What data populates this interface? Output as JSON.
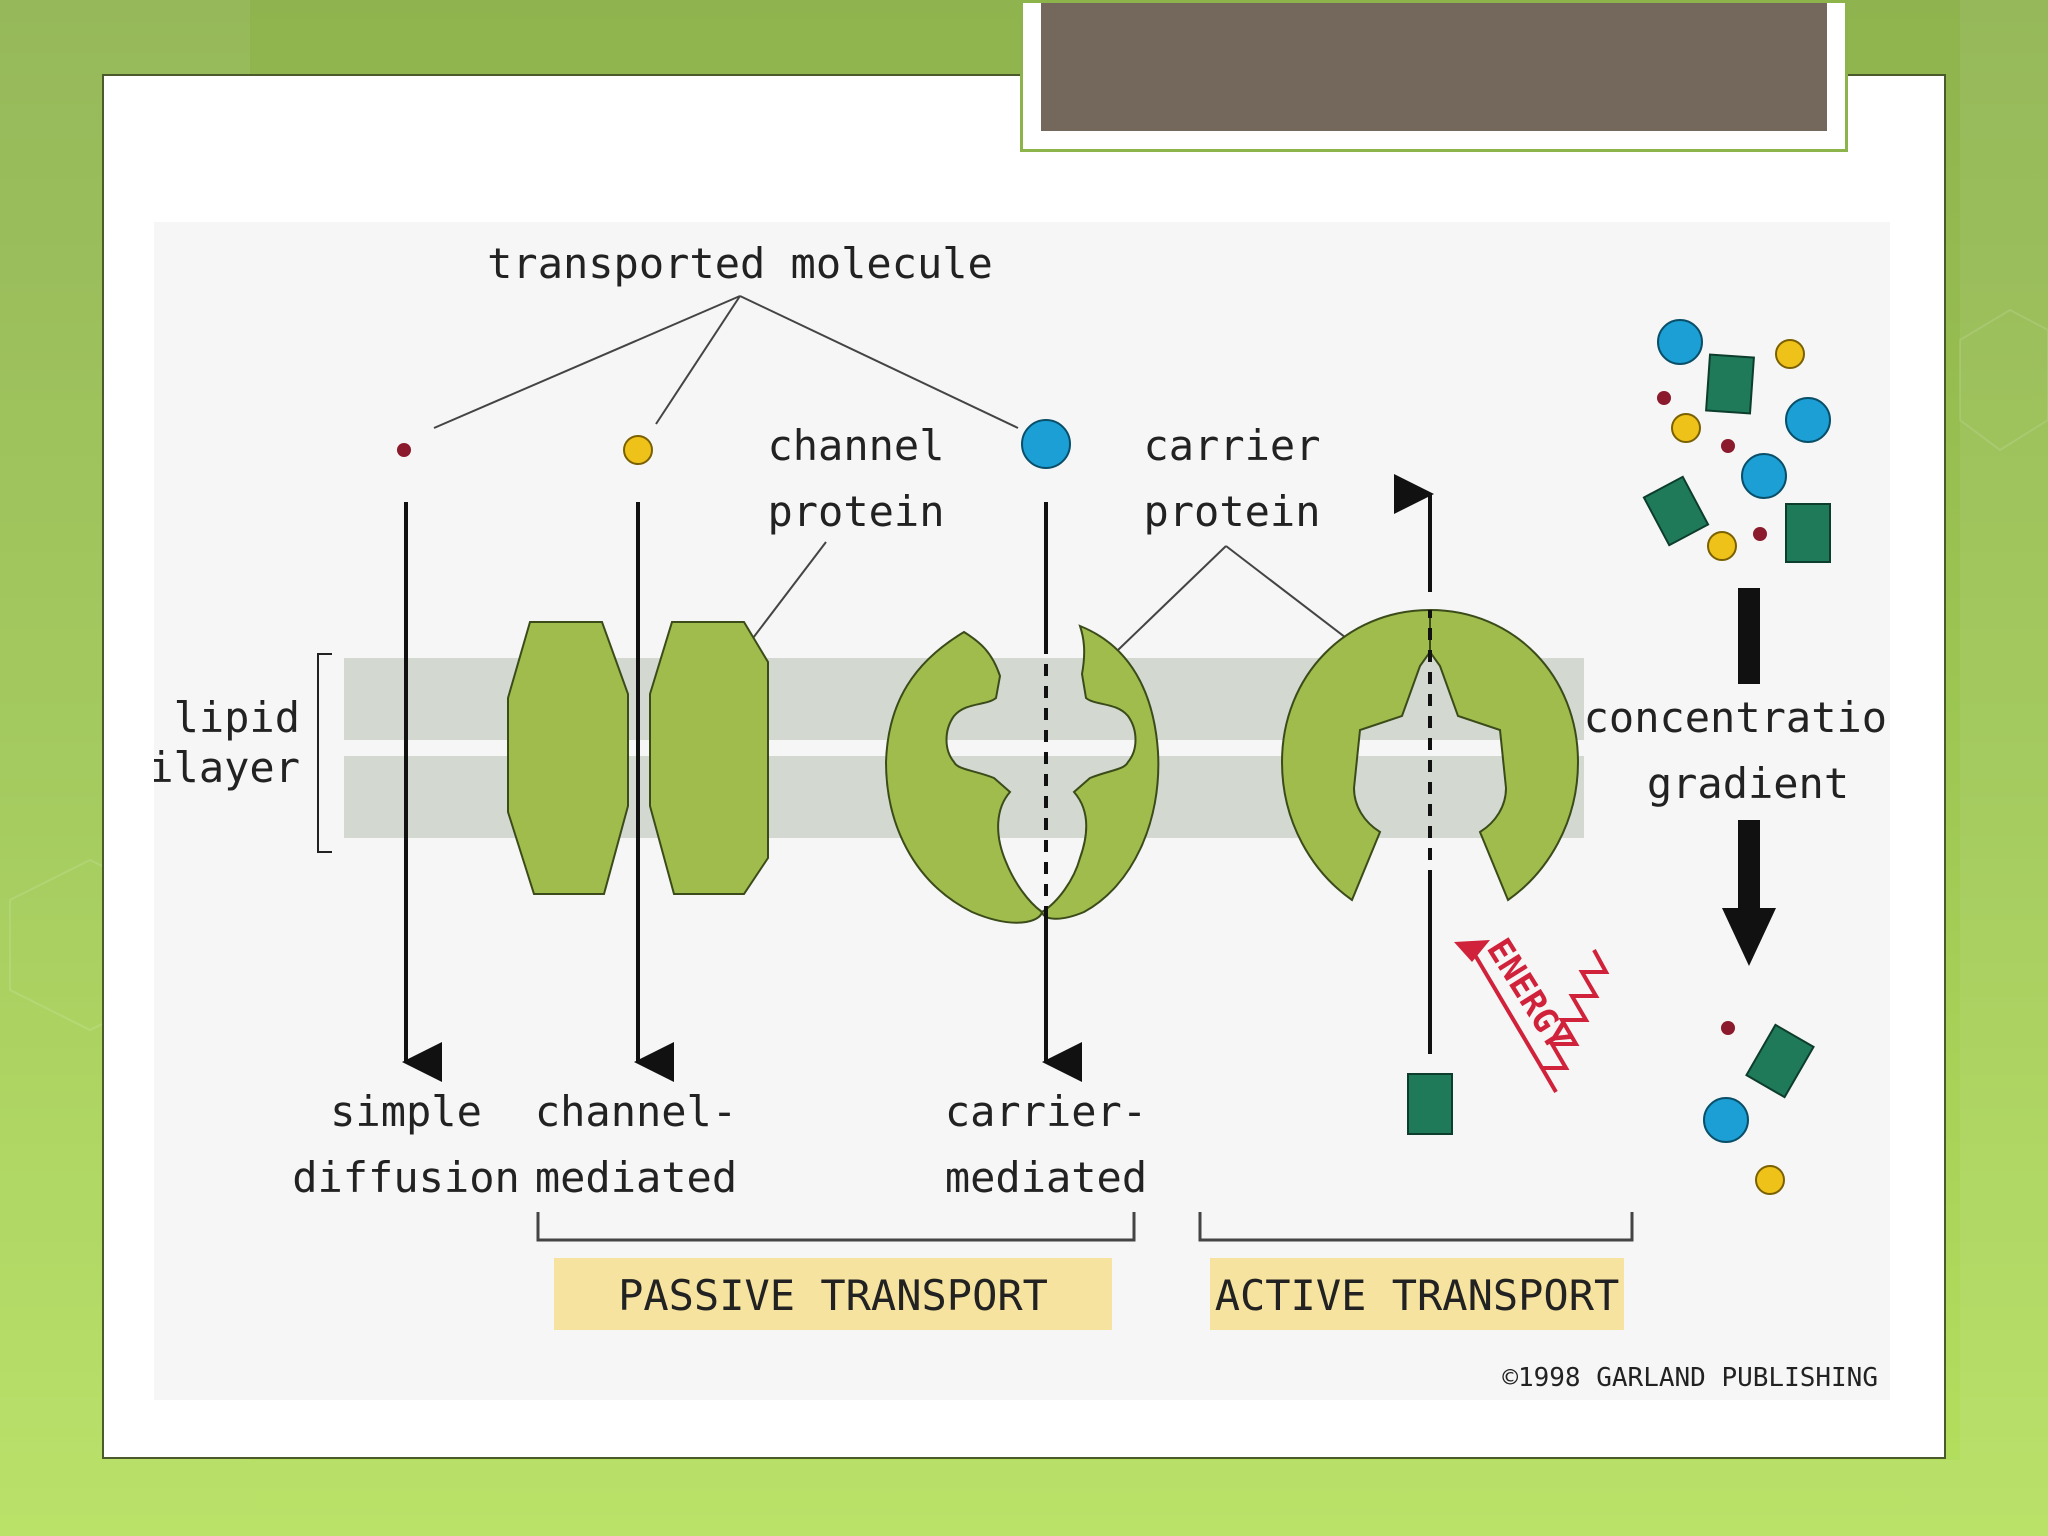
{
  "slide": {
    "title_text": ""
  },
  "diagram": {
    "labels": {
      "transported_molecule": "transported molecule",
      "channel_protein": [
        "channel",
        "protein"
      ],
      "carrier_protein": [
        "carrier",
        "protein"
      ],
      "lipid_bilayer": [
        "lipid",
        "bilayer"
      ],
      "concentration_gradient": [
        "concentration",
        "gradient"
      ],
      "energy": "ENERGY",
      "simple_diffusion": [
        "simple",
        "diffusion"
      ],
      "channel_mediated": [
        "channel-",
        "mediated"
      ],
      "carrier_mediated": [
        "carrier-",
        "mediated"
      ],
      "passive_transport": "PASSIVE TRANSPORT",
      "active_transport": "ACTIVE TRANSPORT",
      "copyright": "©1998 GARLAND PUBLISHING"
    },
    "colors": {
      "protein_green": "#9fbc4c",
      "membrane_gray": "#d3d9d1",
      "diagram_bg": "#f6f6f6",
      "transport_banner": "#f6e3a0",
      "molecule_red": "#8b1a2c",
      "molecule_yellow": "#efc21a",
      "molecule_blue": "#1b9fd4",
      "molecule_teal": "#1f7a5a",
      "energy_red": "#d0223a",
      "title_box": "#74675b"
    }
  }
}
